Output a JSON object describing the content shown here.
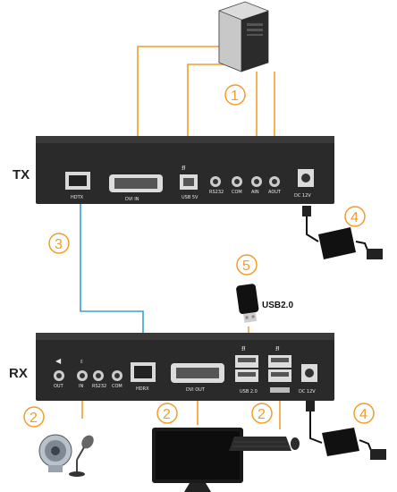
{
  "labels": {
    "tx": "TX",
    "rx": "RX",
    "usb2": "USB2.0"
  },
  "tx_ports": {
    "hdtx": "HDTX",
    "dvi_in": "DVI IN",
    "usb": "USB 5V",
    "rs232": "RS232",
    "com": "COM",
    "ain": "AIN",
    "aout": "AOUT",
    "dc": "DC 12V"
  },
  "rx_ports": {
    "out": "OUT",
    "in": "IN",
    "rs232": "RS232",
    "com": "COM",
    "hdrx": "HDRX",
    "dvi_out": "DVI OUT",
    "usb": "USB 2.0",
    "dc": "DC 12V"
  },
  "callouts": {
    "c1": "1",
    "c2a": "2",
    "c2b": "2",
    "c2c": "2",
    "c3": "3",
    "c4a": "4",
    "c4b": "4",
    "c5": "5"
  },
  "colors": {
    "orange_line": "#f39c2a",
    "blue_line": "#3aa0dc",
    "device_body": "#2a2a2a"
  },
  "icons": [
    "computer-tower-icon",
    "usb-icon",
    "speaker-icon",
    "microphone-icon",
    "monitor-icon",
    "keyboard-icon",
    "mouse-icon",
    "power-adapter-icon",
    "usb-flash-drive-icon"
  ]
}
